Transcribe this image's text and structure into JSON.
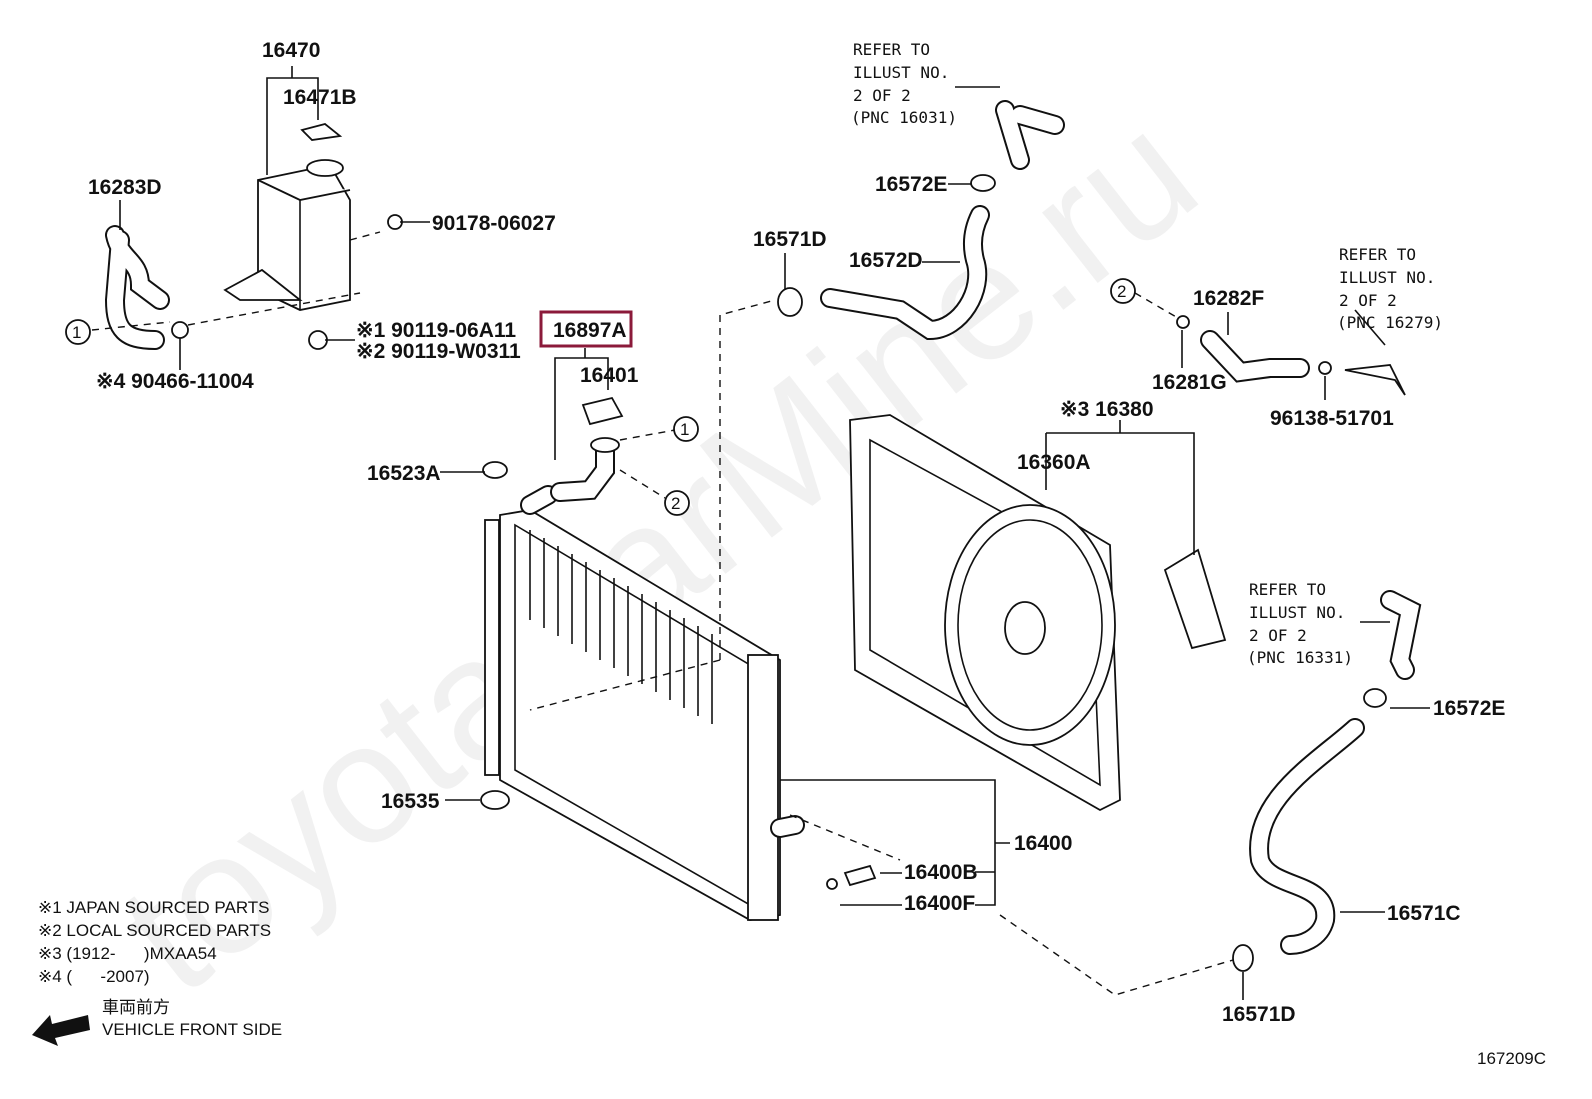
{
  "diagram_id": "167209C",
  "watermark": "toyotaCarMine.ru",
  "highlight_color": "#8b1a3a",
  "part_labels": {
    "p16470": "16470",
    "p16471B": "16471B",
    "p16283D": "16283D",
    "p90178": "90178-06027",
    "p90119a": "※1 90119-06A11",
    "p90119b": "※2 90119-W0311",
    "p90466": "※4 90466-11004",
    "p16897A": "16897A",
    "p16401": "16401",
    "p16523A": "16523A",
    "p16535": "16535",
    "p16572E_top": "16572E",
    "p16571D_top": "16571D",
    "p16572D": "16572D",
    "p16282F": "16282F",
    "p16281G": "16281G",
    "p96138": "96138-51701",
    "p16380": "※3 16380",
    "p16360A": "16360A",
    "p16572E_right": "16572E",
    "p16400": "16400",
    "p16400B": "16400B",
    "p16400F": "16400F",
    "p16571C": "16571C",
    "p16571D_bottom": "16571D"
  },
  "refer_notes": [
    {
      "line1": "REFER TO",
      "line2": "ILLUST NO.",
      "line3": "2 OF 2",
      "line4": "(PNC 16031)"
    },
    {
      "line1": "REFER TO",
      "line2": "ILLUST NO.",
      "line3": "2 OF 2",
      "line4": "(PNC 16279)"
    },
    {
      "line1": "REFER TO",
      "line2": "ILLUST NO.",
      "line3": "2 OF 2",
      "line4": "(PNC 16331)"
    }
  ],
  "connection_markers": [
    "1",
    "1",
    "2",
    "2"
  ],
  "legend": [
    "※1 JAPAN SOURCED PARTS",
    "※2 LOCAL SOURCED PARTS",
    "※3 (1912-      )MXAA54",
    "※4 (      -2007)"
  ],
  "direction": {
    "japanese": "車両前方",
    "english": "VEHICLE FRONT SIDE",
    "icon": "arrow-left-icon"
  }
}
